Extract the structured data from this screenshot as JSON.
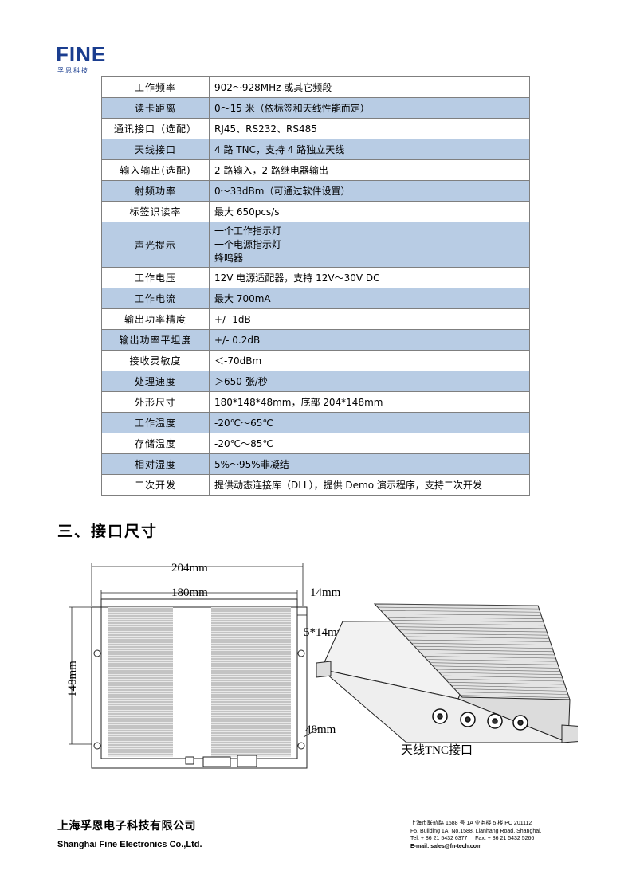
{
  "logo": {
    "text": "FINE",
    "sub": "孚恩科技"
  },
  "spec_rows": [
    {
      "label": "工作频率",
      "value": "902～928MHz 或其它频段"
    },
    {
      "label": "读卡距离",
      "value": "0～15 米（依标签和天线性能而定）"
    },
    {
      "label": "通讯接口（选配）",
      "value": "RJ45、RS232、RS485"
    },
    {
      "label": "天线接口",
      "value": "4 路 TNC，支持 4 路独立天线"
    },
    {
      "label": "输入输出(选配)",
      "value": "2 路输入，2 路继电器输出"
    },
    {
      "label": "射频功率",
      "value": "0～33dBm（可通过软件设置）"
    },
    {
      "label": "标签识读率",
      "value": "最大 650pcs/s"
    },
    {
      "label": "声光提示",
      "value_lines": [
        "一个工作指示灯",
        "一个电源指示灯",
        "蜂鸣器"
      ]
    },
    {
      "label": "工作电压",
      "value": "12V 电源适配器，支持 12V～30V DC"
    },
    {
      "label": "工作电流",
      "value": "最大 700mA"
    },
    {
      "label": "输出功率精度",
      "value": "+/- 1dB"
    },
    {
      "label": "输出功率平坦度",
      "value": "+/- 0.2dB"
    },
    {
      "label": "接收灵敏度",
      "value": "＜-70dBm"
    },
    {
      "label": "处理速度",
      "value": "＞650 张/秒"
    },
    {
      "label": "外形尺寸",
      "value": "180*148*48mm，底部 204*148mm"
    },
    {
      "label": "工作温度",
      "value": "-20℃～65℃"
    },
    {
      "label": "存储温度",
      "value": "-20℃～85℃"
    },
    {
      "label": "相对湿度",
      "value": "5%～95%非凝结"
    },
    {
      "label": "二次开发",
      "value": "提供动态连接库（DLL），提供 Demo 演示程序，支持二次开发"
    }
  ],
  "section_title": "三、接口尺寸",
  "diagram": {
    "dim_204": "204mm",
    "dim_180": "180mm",
    "dim_14": "14mm",
    "dim_5x14": "5*14mm",
    "dim_148": "148mm",
    "dim_48": "48mm",
    "tnc_label": "天线TNC接口"
  },
  "footer": {
    "company_cn": "上海孚恩电子科技有限公司",
    "company_en": "Shanghai Fine Electronics Co.,Ltd.",
    "addr_cn": "上海市联航路 1588 号 1A 业务楼 5 楼   PC  201112",
    "addr_en": "F5, Building 1A, No.1588, Lianhang Road, Shanghai,",
    "tel": "Tel:  + 86 21 5432 6377",
    "fax": "Fax:  + 86 21 5432 5266",
    "email": "E-mail: sales@fn-tech.com"
  },
  "colors": {
    "logo_blue": "#1a3d8f",
    "row_shade": "#b8cce4"
  }
}
